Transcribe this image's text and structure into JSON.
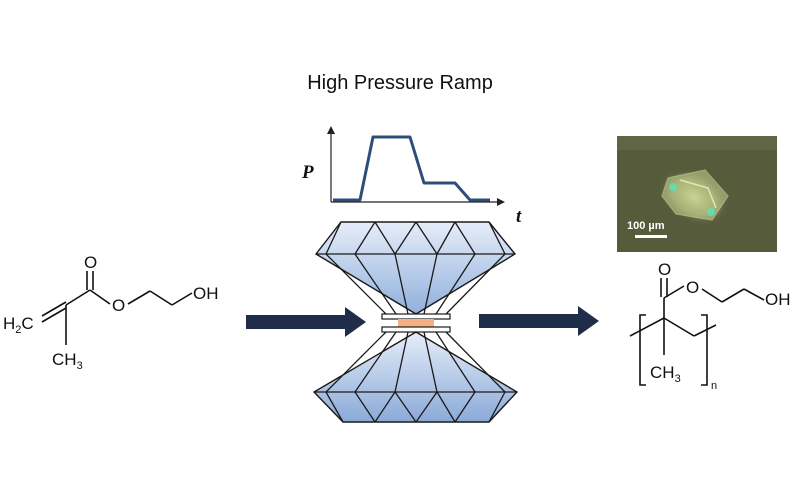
{
  "title": "High Pressure Ramp",
  "ramp_chart": {
    "y_label": "P",
    "x_label": "t"
  },
  "monomer": {
    "h2c": "H",
    "h2c_sub": "2",
    "h2c_c": "C",
    "o_carbonyl": "O",
    "o_ester": "O",
    "oh": "OH",
    "ch3": "CH",
    "ch3_sub": "3"
  },
  "polymer": {
    "o_carbonyl": "O",
    "o_ester": "O",
    "oh": "OH",
    "ch3": "CH",
    "ch3_sub": "3",
    "n": "n"
  },
  "micrograph": {
    "scale_bar_label": "100 µm"
  },
  "colors": {
    "arrow_fill": "#1f2d4a",
    "ramp_line": "#2e4d7a",
    "diamond_top": "#d9e3f6",
    "diamond_bottom": "#8eaedb",
    "sample": "#f4b183",
    "micrograph_bg": "#565b3c"
  }
}
